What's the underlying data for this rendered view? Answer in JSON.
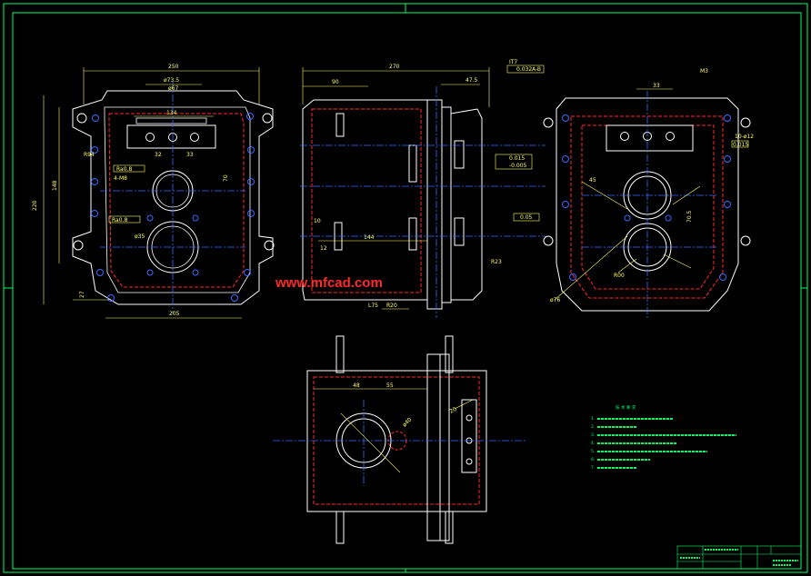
{
  "drawing": {
    "watermark": "www.mfcad.com",
    "colors": {
      "background": "#000000",
      "frame": "#00ff66",
      "outline": "#ffffff",
      "hidden": "#ff2a2a",
      "center": "#3a6bff",
      "dimension": "#ffff66",
      "notes": "#00ff66"
    },
    "front_view": {
      "dims": [
        "250",
        "ø73.5",
        "ø67",
        "134",
        "32",
        "33",
        "R94",
        "Ra0.8",
        "4-M8",
        "ø35",
        "220",
        "148",
        "27",
        "205",
        "70",
        "Ra0.8"
      ]
    },
    "side_view": {
      "dims": [
        "270",
        "90",
        "47.5",
        "IT7",
        "0.032",
        "A-B",
        "0.015",
        "-0.005",
        "10",
        "12",
        "144",
        "R20",
        "R23",
        "L75",
        "0.05"
      ]
    },
    "right_view": {
      "dims": [
        "M3",
        "33",
        "10-ø12",
        "0.015",
        "70.5",
        "ø76",
        "R00",
        "45"
      ]
    },
    "bottom_view": {
      "dims": [
        "48",
        "55",
        "ø40",
        "20"
      ]
    },
    "notes": {
      "title": "技 术 要 求",
      "lines": [
        "1.",
        "2.",
        "3.",
        "4.",
        "5.",
        "6.",
        "7."
      ]
    },
    "title_block": {
      "cells": [
        "",
        "",
        "",
        "",
        ""
      ]
    }
  }
}
